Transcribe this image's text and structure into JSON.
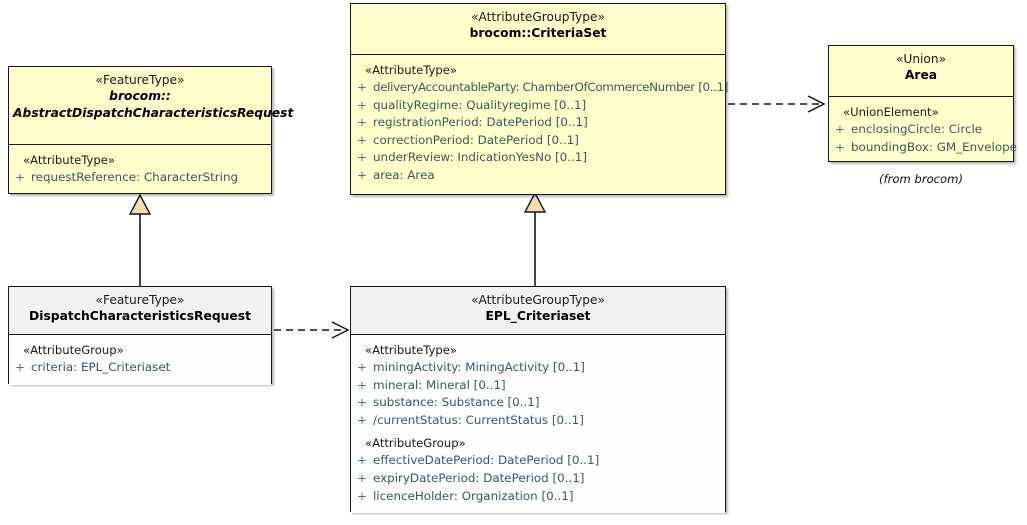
{
  "diagram": {
    "type": "uml-class-diagram",
    "background": "#ffffff",
    "colors": {
      "class_fill": "#ffffcc",
      "class_fill_gray_header": "#f1f1f1",
      "class_fill_gray_body": "#fdfdfd",
      "border": "#15171a",
      "attribute_text": "#3c5862",
      "visibility_marker": "#4a7090",
      "generalization_arrow_fill": "#f7dcaf"
    }
  },
  "classes": {
    "abstract_dispatch": {
      "stereotype": "«FeatureType»",
      "name_line1": "brocom::",
      "name_line2": "AbstractDispatchCharacteristicsRequest",
      "is_abstract": true,
      "compartments": [
        {
          "label": "«AttributeType»",
          "attributes": [
            {
              "visibility": "+",
              "text": "requestReference: CharacterString"
            }
          ]
        }
      ]
    },
    "criteria_set": {
      "stereotype": "«AttributeGroupType»",
      "name": "brocom::CriteriaSet",
      "is_abstract": false,
      "compartments": [
        {
          "label": "«AttributeType»",
          "attributes": [
            {
              "visibility": "+",
              "text": "deliveryAccountableParty: ChamberOfCommerceNumber [0..1]"
            },
            {
              "visibility": "+",
              "text": "qualityRegime: Qualityregime [0..1]"
            },
            {
              "visibility": "+",
              "text": "registrationPeriod: DatePeriod [0..1]"
            },
            {
              "visibility": "+",
              "text": "correctionPeriod: DatePeriod [0..1]"
            },
            {
              "visibility": "+",
              "text": "underReview: IndicationYesNo [0..1]"
            },
            {
              "visibility": "+",
              "text": "area: Area"
            }
          ]
        }
      ]
    },
    "area_union": {
      "stereotype": "«Union»",
      "name": "Area",
      "is_abstract": false,
      "note": "(from brocom)",
      "compartments": [
        {
          "label": "«UnionElement»",
          "attributes": [
            {
              "visibility": "+",
              "text": "enclosingCircle: Circle"
            },
            {
              "visibility": "+",
              "text": "boundingBox: GM_Envelope"
            }
          ]
        }
      ]
    },
    "dispatch_request": {
      "stereotype": "«FeatureType»",
      "name": "DispatchCharacteristicsRequest",
      "is_abstract": false,
      "compartments": [
        {
          "label": "«AttributeGroup»",
          "attributes": [
            {
              "visibility": "+",
              "text": "criteria: EPL_Criteriaset"
            }
          ]
        }
      ]
    },
    "epl_criteriaset": {
      "stereotype": "«AttributeGroupType»",
      "name": "EPL_Criteriaset",
      "is_abstract": false,
      "compartments": [
        {
          "label": "«AttributeType»",
          "attributes": [
            {
              "visibility": "+",
              "text": "miningActivity: MiningActivity [0..1]"
            },
            {
              "visibility": "+",
              "text": "mineral: Mineral [0..1]"
            },
            {
              "visibility": "+",
              "text": "substance: Substance [0..1]"
            },
            {
              "visibility": "+",
              "text": "/currentStatus: CurrentStatus [0..1]"
            }
          ]
        },
        {
          "label": "«AttributeGroup»",
          "attributes": [
            {
              "visibility": "+",
              "text": "effectiveDatePeriod: DatePeriod [0..1]"
            },
            {
              "visibility": "+",
              "text": "expiryDatePeriod: DatePeriod [0..1]"
            },
            {
              "visibility": "+",
              "text": "licenceHolder: Organization [0..1]"
            }
          ]
        }
      ]
    }
  },
  "connectors": [
    {
      "id": "gen-dispatch",
      "kind": "generalization",
      "from": "dispatch_request",
      "to": "abstract_dispatch",
      "style": "solid-line-hollow-triangle"
    },
    {
      "id": "gen-criteriaset",
      "kind": "generalization",
      "from": "epl_criteriaset",
      "to": "criteria_set",
      "style": "solid-line-hollow-triangle"
    },
    {
      "id": "dep-dispatch-epl",
      "kind": "dependency",
      "from": "dispatch_request",
      "to": "epl_criteriaset",
      "style": "dashed-line-open-arrow"
    },
    {
      "id": "dep-criteriaset-area",
      "kind": "dependency",
      "from": "criteria_set",
      "to": "area_union",
      "style": "dashed-line-open-arrow"
    }
  ]
}
